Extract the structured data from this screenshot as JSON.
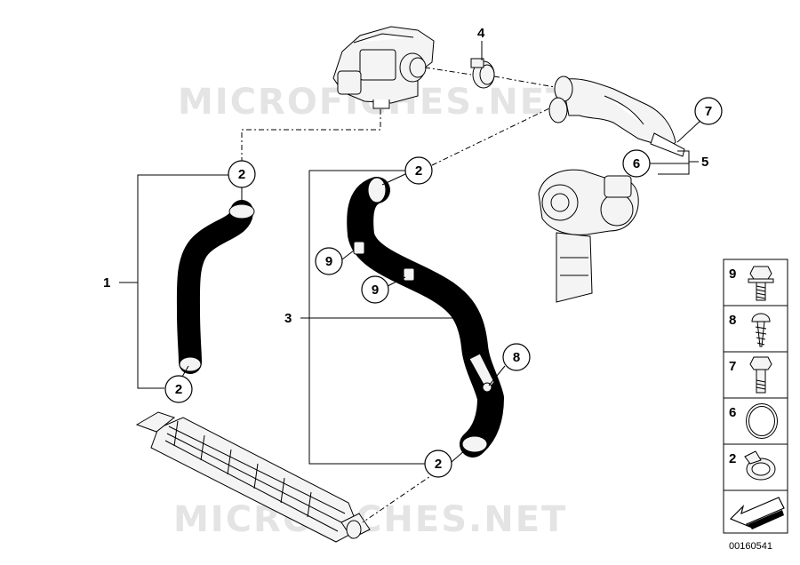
{
  "watermarks": [
    "MICROFICHES.NET",
    "MICROFICHES.NET"
  ],
  "callouts": {
    "c1": "1",
    "c2a": "2",
    "c2b": "2",
    "c2c": "2",
    "c2d": "2",
    "c3": "3",
    "c4": "4",
    "c5": "5",
    "c6": "6",
    "c7": "7",
    "c8": "8",
    "c9a": "9",
    "c9b": "9"
  },
  "legend": [
    "9",
    "8",
    "7",
    "6",
    "2"
  ],
  "catalog_number": "00160541"
}
